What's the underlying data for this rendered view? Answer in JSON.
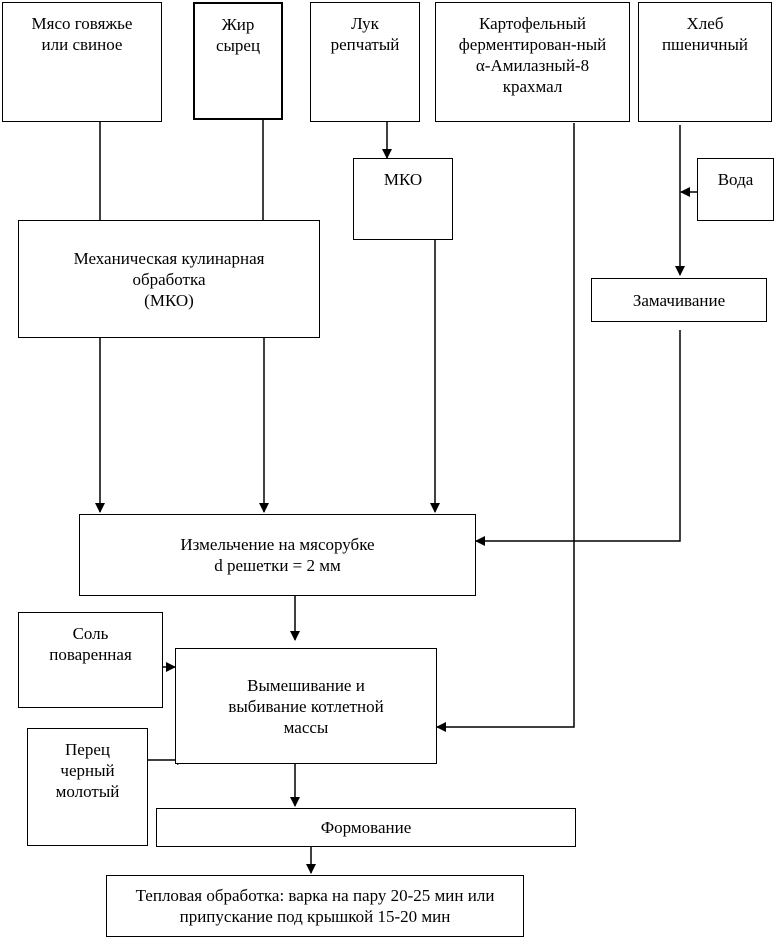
{
  "nodes": {
    "meat": {
      "lines": [
        "Мясо говяжье",
        "или свиное"
      ]
    },
    "fat": {
      "lines": [
        "Жир",
        "сырец"
      ]
    },
    "onion": {
      "lines": [
        "Лук",
        "репчатый"
      ]
    },
    "starch": {
      "lines": [
        "Картофельный",
        "ферментирован-ный",
        "α-Амилазный-8",
        "крахмал"
      ]
    },
    "bread": {
      "lines": [
        "Хлеб",
        "пшеничный"
      ]
    },
    "water": {
      "lines": [
        "Вода"
      ]
    },
    "mko_onion": {
      "lines": [
        "МКО"
      ]
    },
    "mko_main": {
      "lines": [
        "Механическая кулинарная",
        "обработка",
        "(МКО)"
      ]
    },
    "soaking": {
      "lines": [
        "Замачивание"
      ]
    },
    "grinding": {
      "lines": [
        "Измельчение на мясорубке",
        "d решетки = 2 мм"
      ]
    },
    "salt": {
      "lines": [
        "Соль",
        "поваренная"
      ]
    },
    "mixing": {
      "lines": [
        "Вымешивание и",
        "выбивание котлетной",
        "массы"
      ]
    },
    "pepper": {
      "lines": [
        "Перец",
        "черный",
        "молотый"
      ]
    },
    "forming": {
      "lines": [
        "Формование"
      ]
    },
    "heat": {
      "lines": [
        "Тепловая обработка: варка на пару 20-25 мин или",
        "припускание под крышкой 15-20 мин"
      ]
    }
  }
}
